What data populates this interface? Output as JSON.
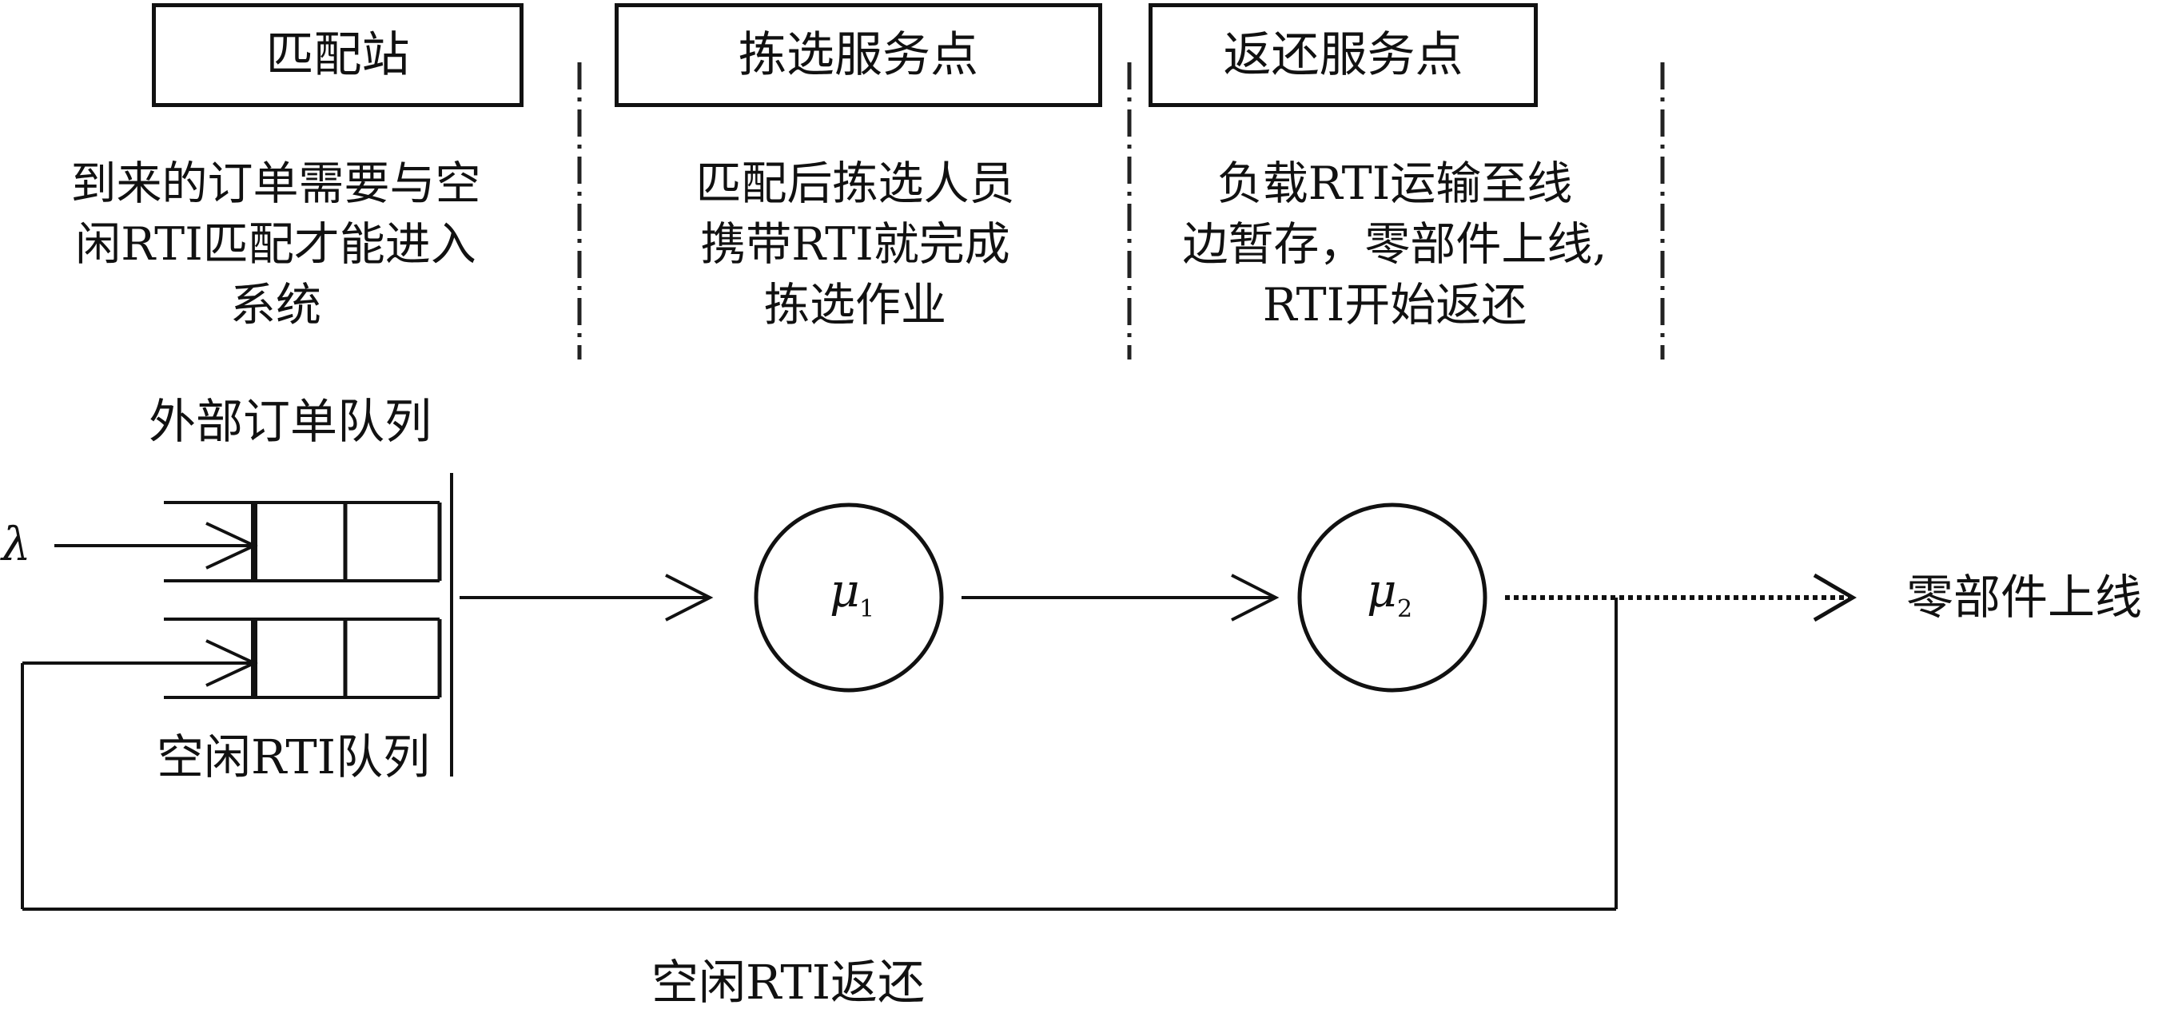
{
  "stages": [
    {
      "title": "匹配站",
      "desc": [
        "到来的订单需要与空",
        "闲RTI匹配才能进入",
        "系统"
      ]
    },
    {
      "title": "拣选服务点",
      "desc": [
        "匹配后拣选人员",
        "携带RTI就完成",
        "拣选作业"
      ]
    },
    {
      "title": "返还服务点",
      "desc": [
        "负载RTI运输至线",
        "边暂存，零部件上线,",
        "RTI开始返还"
      ]
    }
  ],
  "queues": {
    "external_order": "外部订单队列",
    "idle_rti": "空闲RTI队列"
  },
  "arrival_symbol": "λ",
  "servers": [
    {
      "symbol": "μ",
      "subscript": "1"
    },
    {
      "symbol": "μ",
      "subscript": "2"
    }
  ],
  "output_label": "零部件上线",
  "return_label": "空闲RTI返还"
}
